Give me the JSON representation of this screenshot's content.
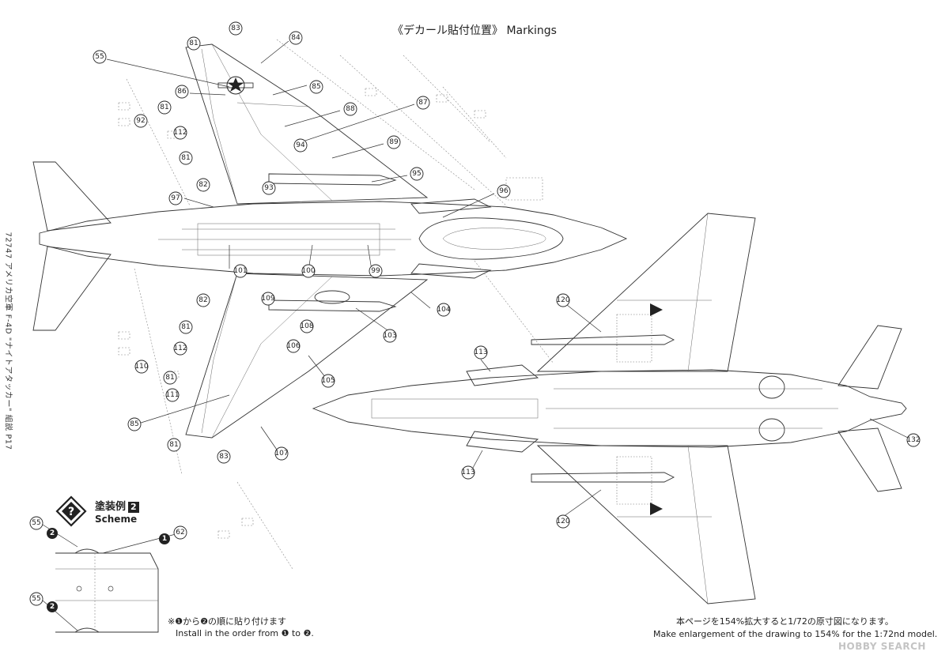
{
  "header": {
    "title": "《デカール貼付位置》 Markings"
  },
  "side_caption": "72747 アメリカ空軍 F-4D \"ナイトアタッカー\" 組説 P17",
  "scheme": {
    "label_jp": "塗装例",
    "number": "2",
    "label_en": "Scheme",
    "badge_text": "?"
  },
  "notes": {
    "order_jp": "※❶から❷の順に貼り付けます",
    "order_en": "Install in the order from ❶ to ❷.",
    "enlarge_jp": "本ページを154%拡大すると1/72の原寸図になります。",
    "enlarge_en": "Make enlargement of the drawing to 154% for the 1:72nd model."
  },
  "watermark": "HOBBY SEARCH",
  "callouts_top_view": [
    "81",
    "83",
    "84",
    "55",
    "86",
    "85",
    "81",
    "88",
    "87",
    "92",
    "112",
    "94",
    "89",
    "81",
    "95",
    "82",
    "93",
    "97",
    "96",
    "101",
    "100",
    "99",
    "82",
    "109",
    "104",
    "81",
    "108",
    "103",
    "112",
    "106",
    "110",
    "81",
    "105",
    "111",
    "85",
    "81",
    "83",
    "107"
  ],
  "callouts_bottom_view": [
    "120",
    "113",
    "113",
    "120",
    "132"
  ],
  "callouts_scheme": [
    "55",
    "62",
    "55"
  ],
  "scheme_steps": [
    "2",
    "1",
    "2"
  ],
  "colors": {
    "line": "#333333",
    "stencil": "#888888",
    "badge": "#222222",
    "watermark": "#c4c4c4"
  }
}
